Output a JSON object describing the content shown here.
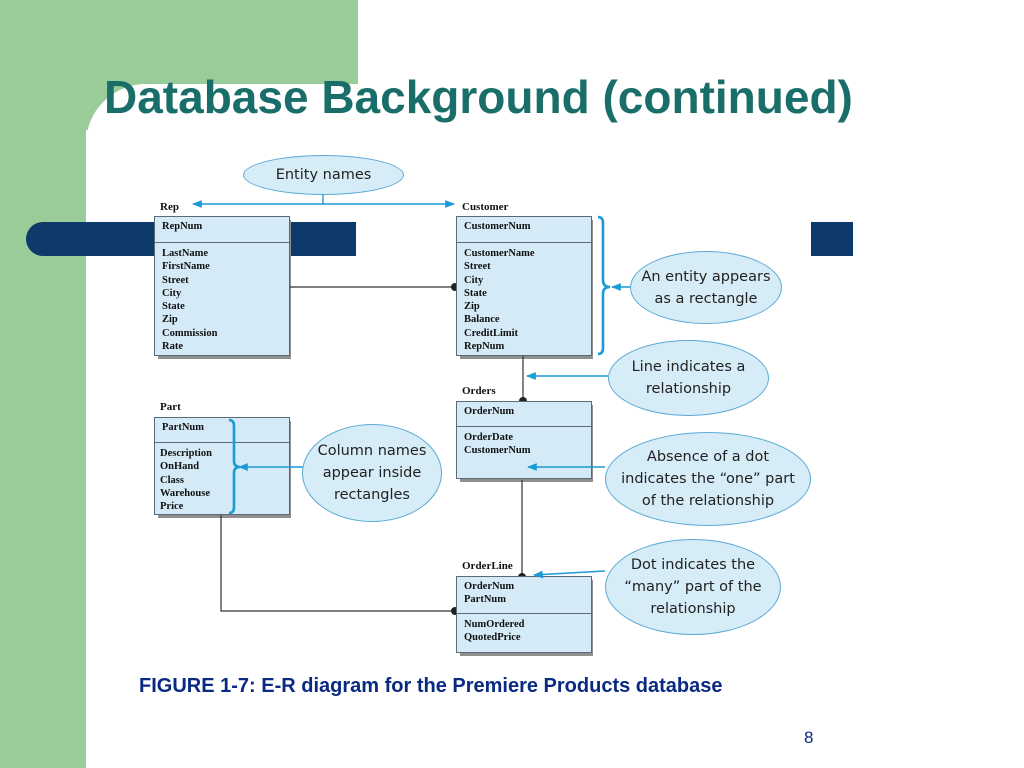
{
  "slide": {
    "title": "Database Background (continued)",
    "caption": "FIGURE 1-7: E-R diagram for the Premiere Products database",
    "page_number": "8"
  },
  "diagram": {
    "entities": {
      "rep": {
        "name": "Rep",
        "key": "RepNum",
        "fields": [
          "LastName",
          "FirstName",
          "Street",
          "City",
          "State",
          "Zip",
          "Commission",
          "Rate"
        ]
      },
      "customer": {
        "name": "Customer",
        "key": "CustomerNum",
        "fields": [
          "CustomerName",
          "Street",
          "City",
          "State",
          "Zip",
          "Balance",
          "CreditLimit",
          "RepNum"
        ]
      },
      "orders": {
        "name": "Orders",
        "key": "OrderNum",
        "fields": [
          "OrderDate",
          "CustomerNum"
        ]
      },
      "part": {
        "name": "Part",
        "key": "PartNum",
        "fields": [
          "Description",
          "OnHand",
          "Class",
          "Warehouse",
          "Price"
        ]
      },
      "orderline": {
        "name": "OrderLine",
        "keys": [
          "OrderNum",
          "PartNum"
        ],
        "fields": [
          "NumOrdered",
          "QuotedPrice"
        ]
      }
    },
    "callouts": {
      "entity_names": "Entity names",
      "entity_rectangle": "An entity appears\nas a rectangle",
      "line_relationship": "Line indicates a\nrelationship",
      "column_names": "Column names\nappear inside\nrectangles",
      "absence_dot": "Absence of a dot\nindicates the “one” part\nof the relationship",
      "dot_many": "Dot indicates the\n“many” part of the\nrelationship"
    },
    "colors": {
      "entity_fill": "#d4eaf7",
      "callout_fill": "#d6ecf7",
      "callout_border": "#5aaad6",
      "arrow": "#1a9ad6",
      "title_color": "#1a6e6a",
      "caption_color": "#0a2a82",
      "navy": "#0d3a6b",
      "green": "#99cc99"
    }
  }
}
